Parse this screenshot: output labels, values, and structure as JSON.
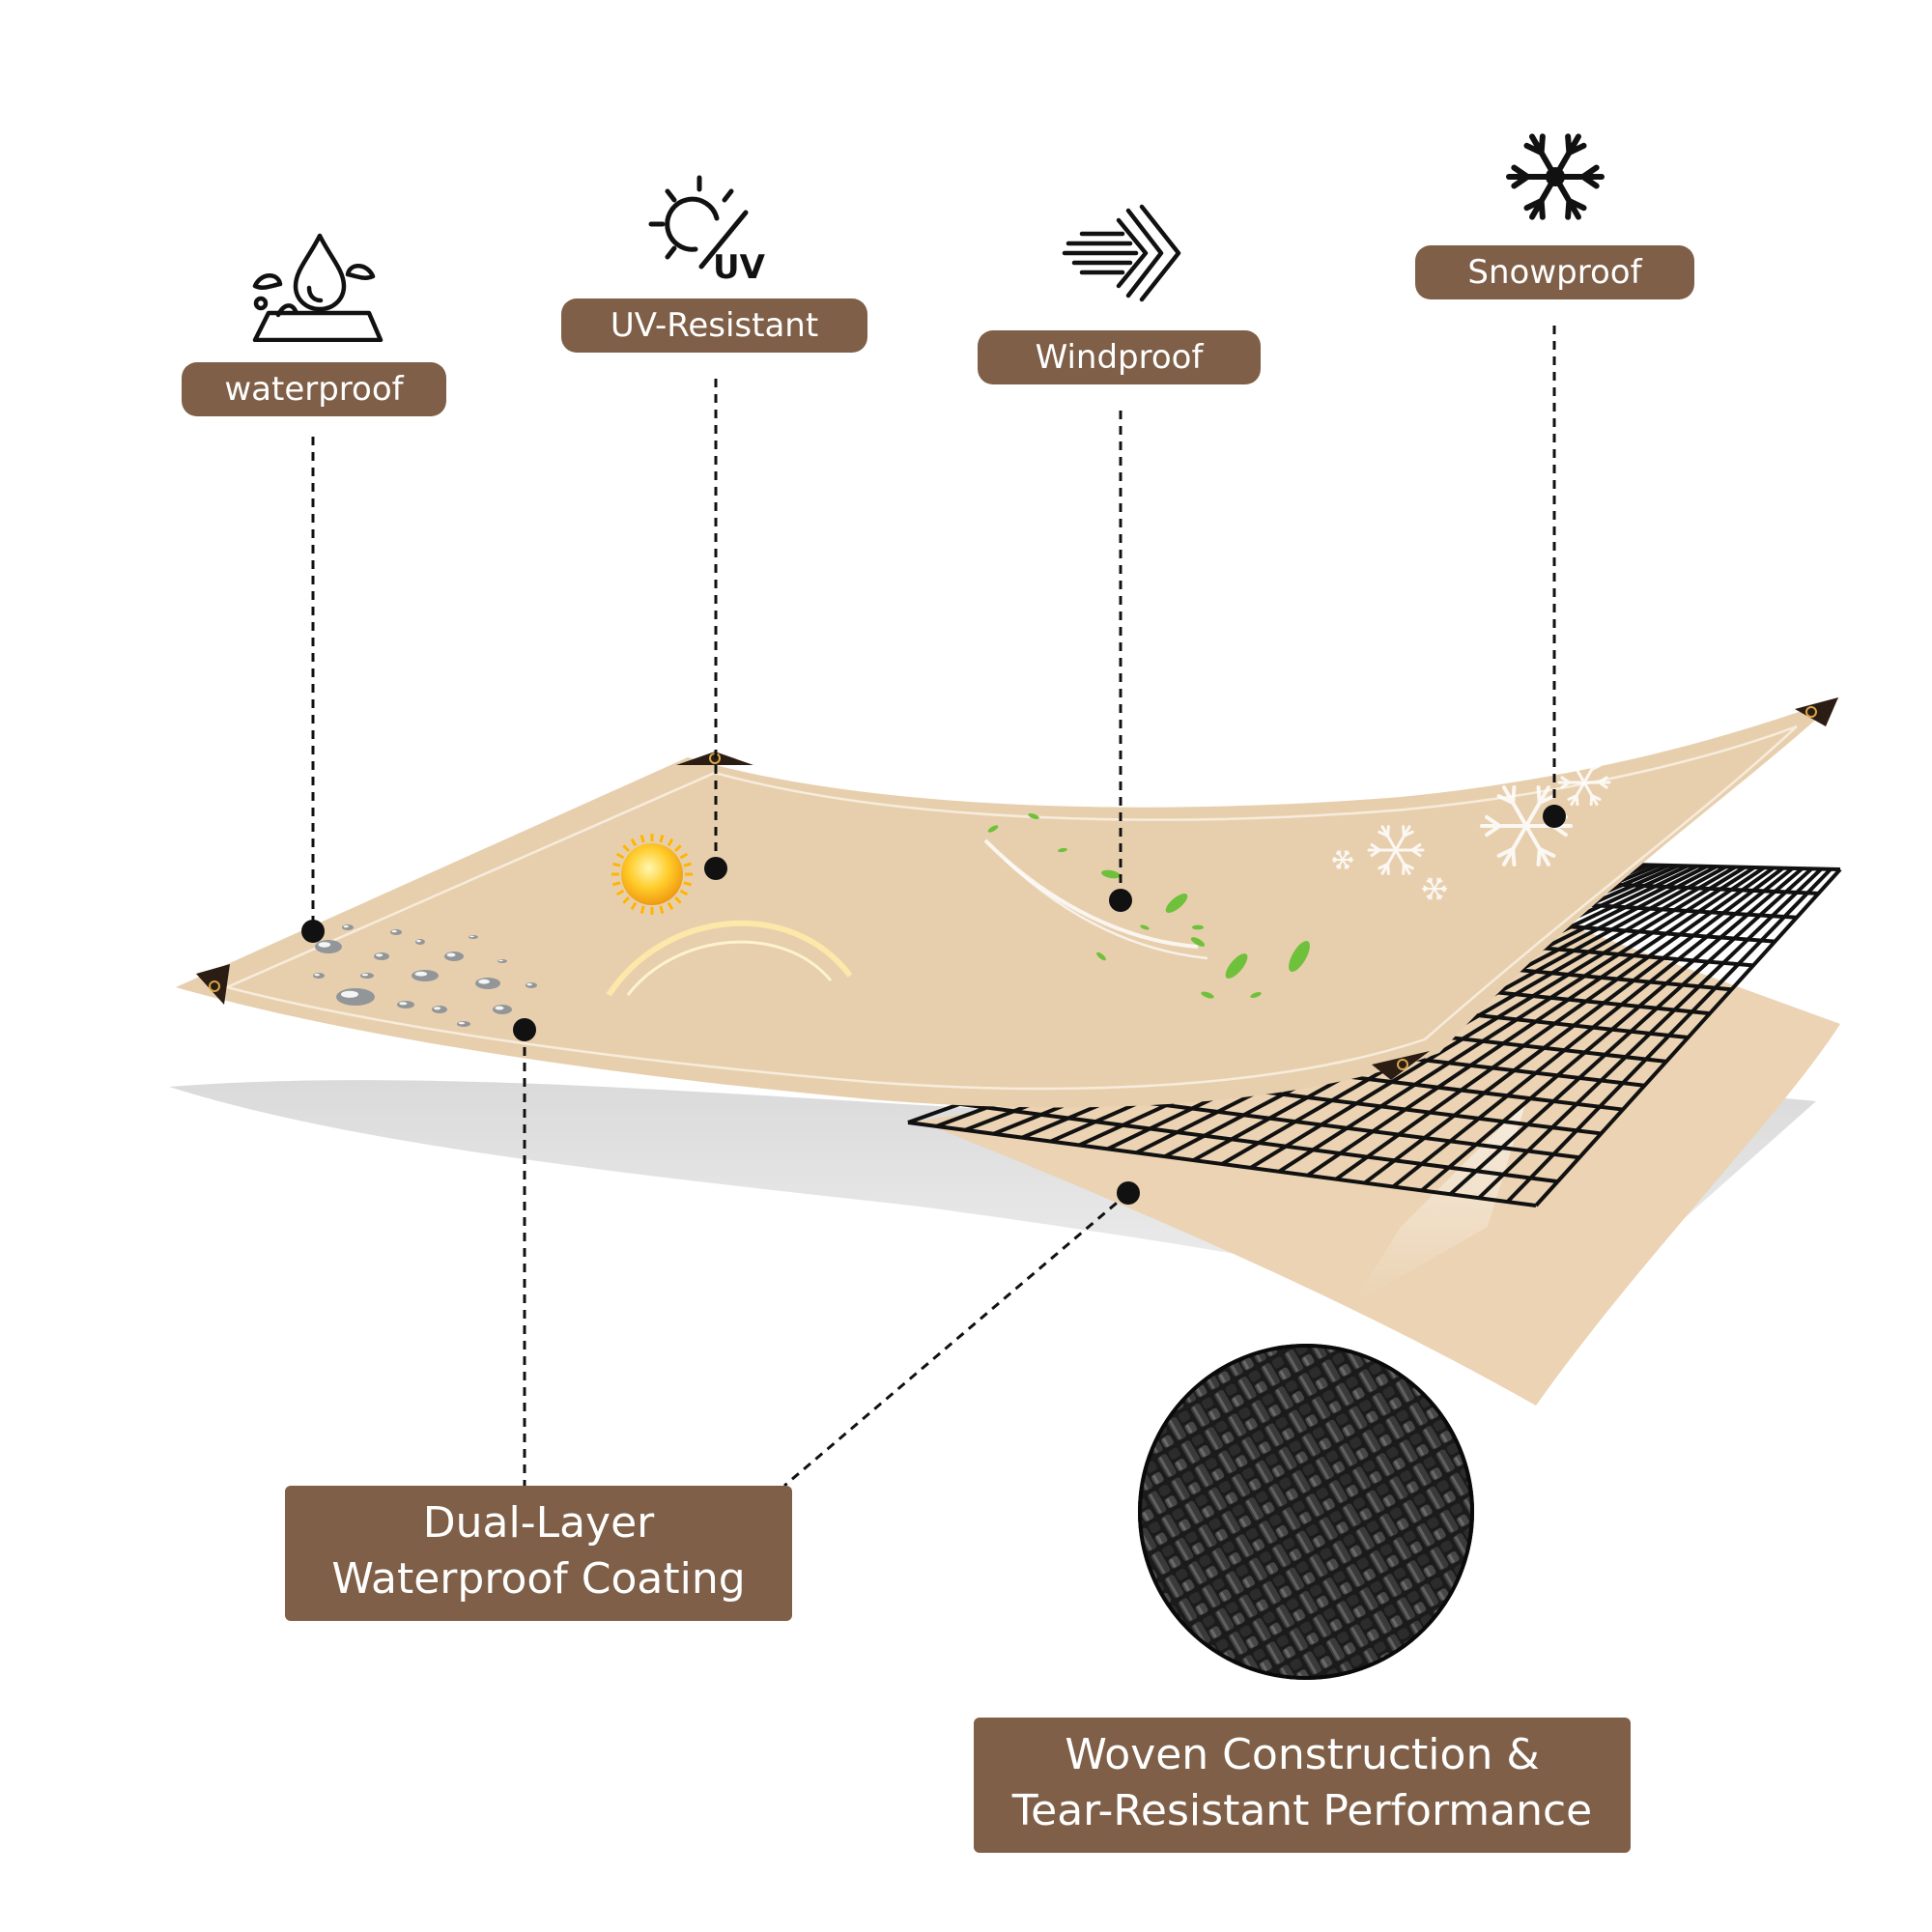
{
  "features": {
    "waterproof": {
      "label": "waterproof",
      "icon": "water-drop-icon"
    },
    "uv": {
      "label": "UV-Resistant",
      "icon": "sun-uv-icon",
      "icon_text": "UV"
    },
    "wind": {
      "label": "Windproof",
      "icon": "wind-icon"
    },
    "snow": {
      "label": "Snowproof",
      "icon": "snowflake-icon"
    }
  },
  "callouts": {
    "coating": {
      "line1": "Dual-Layer",
      "line2": "Waterproof Coating"
    },
    "woven": {
      "line1": "Woven Construction &",
      "line2": "Tear-Resistant Performance"
    }
  },
  "colors": {
    "label_bg": "#7f5f47",
    "tarp": "#e7cfae",
    "tarp_back": "#ebd3b3",
    "grommet": "#2b1d14",
    "ink": "#111111"
  }
}
